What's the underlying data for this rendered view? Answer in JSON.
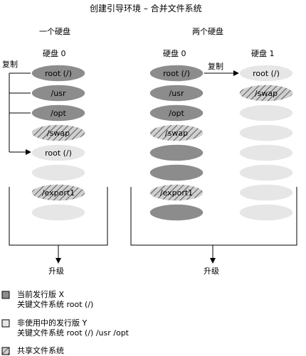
{
  "title": "创建引导环境 – 合并文件系统",
  "left_panel": {
    "heading": "一个硬盘",
    "disk_label": "硬盘 0",
    "copy_label": "复制",
    "disks": [
      "root (/)",
      "/usr",
      "/opt",
      "/swap",
      "root (/)",
      "",
      "/export1",
      ""
    ],
    "upgrade_label": "升级"
  },
  "right_panel": {
    "heading": "两个硬盘",
    "disk0_label": "硬盘 0",
    "disk1_label": "硬盘 1",
    "copy_label": "复制",
    "disk0": [
      "root (/)",
      "/usr",
      "/opt",
      "/swap",
      "",
      "",
      "/export1",
      ""
    ],
    "disk1": [
      "root (/)",
      "/swap",
      "",
      "",
      "",
      "",
      "",
      ""
    ],
    "upgrade_label": "升级"
  },
  "legend": [
    {
      "line1": "当前发行版 X",
      "line2": "关键文件系统  root (/)"
    },
    {
      "line1": "非使用中的发行版  Y",
      "line2": "关键文件系统  root (/) /usr /opt"
    },
    {
      "line1": "共享文件系统",
      "line2": ""
    }
  ],
  "colors": {
    "current": "#8c8c8c",
    "inactive": "#e6e6e6",
    "shared_hatch": "#8c8c8c",
    "outline": "#000000"
  }
}
